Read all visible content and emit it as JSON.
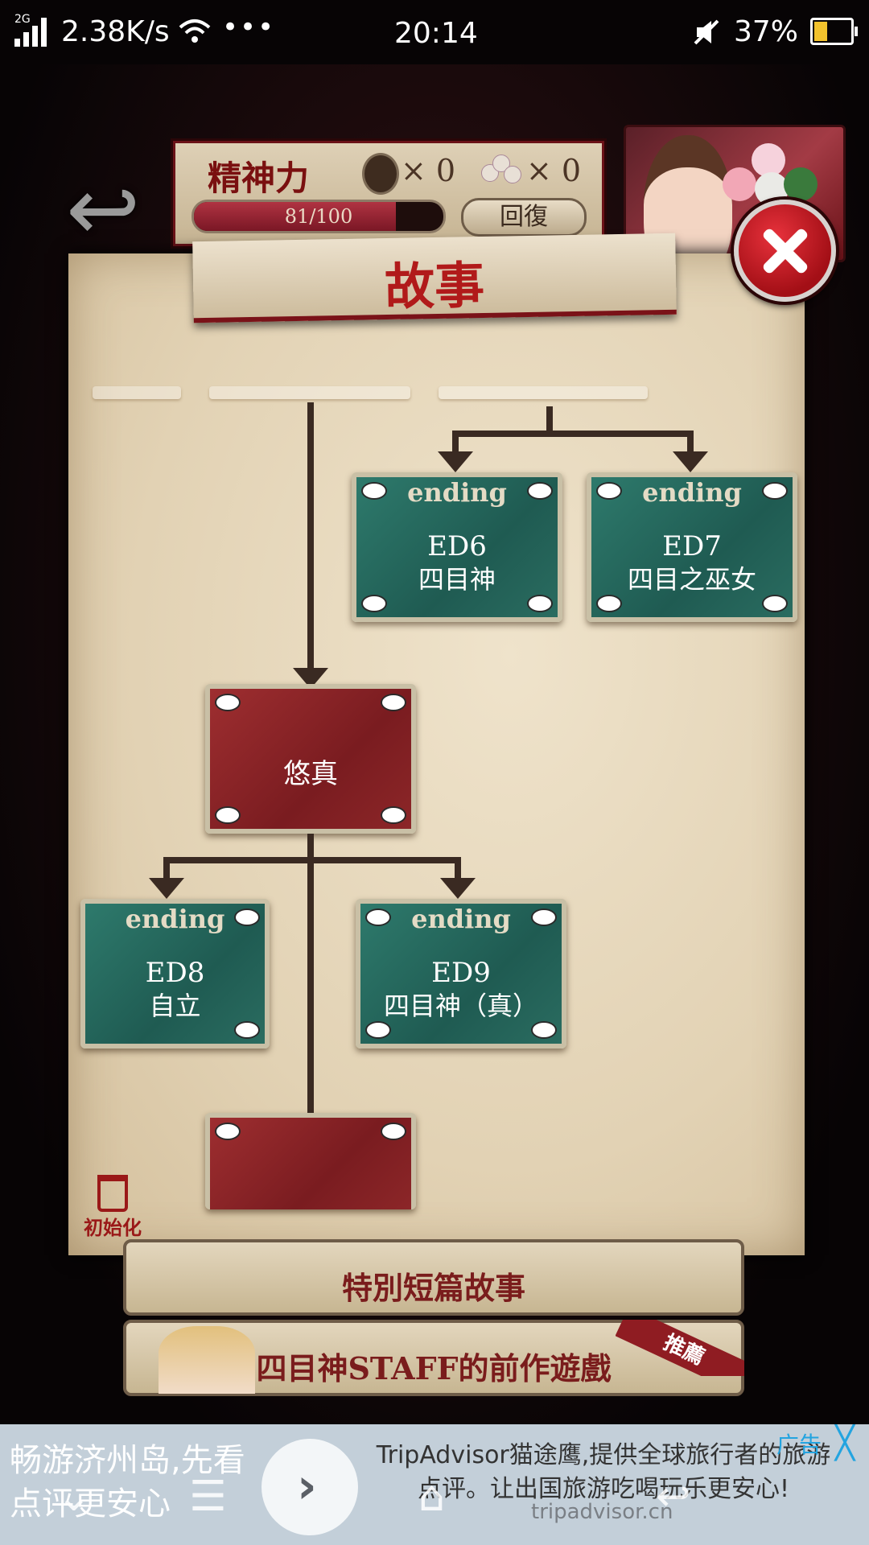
{
  "status_bar": {
    "network": "2G",
    "speed": "2.38K/s",
    "more": "•••",
    "time": "20:14",
    "battery_percent": "37%",
    "battery_level": 0.37
  },
  "header": {
    "spirit_label": "精神力",
    "item_a_count": "× 0",
    "item_b_count": "× 0",
    "spirit_value": "81/100",
    "spirit_fraction": 0.81,
    "recover_label": "回復"
  },
  "panel": {
    "title": "故事",
    "reset_label": "初始化"
  },
  "flowchart": {
    "top_endings": [
      {
        "tag": "ending",
        "code": "ED6",
        "title": "四目神"
      },
      {
        "tag": "ending",
        "code": "ED7",
        "title": "四目之巫女"
      }
    ],
    "route_node": "悠真",
    "bottom_endings": [
      {
        "tag": "ending",
        "code": "ED8",
        "title": "自立"
      },
      {
        "tag": "ending",
        "code": "ED9",
        "title": "四目神（真）"
      }
    ]
  },
  "menu": {
    "special_label": "特別短篇故事",
    "staff_label": "四目神STAFF的前作遊戲",
    "recommend_badge": "推薦"
  },
  "ad": {
    "left_text": "畅游济州岛,先看点评更安心",
    "headline": "TripAdvisor猫途鹰,提供全球旅行者的旅游点评。让出国旅游吃喝玩乐更安心!",
    "domain": "tripadvisor.cn",
    "badge": "广告",
    "close": "╳",
    "next_arrow": "›"
  },
  "icons": {
    "back": "↩",
    "nav_down": "⌄",
    "nav_menu": "☰",
    "nav_home": "⌂",
    "nav_back": "↩"
  },
  "colors": {
    "accent_red": "#b11a1a",
    "ending_teal": "#1f5b52",
    "route_red": "#7a1c20",
    "ad_blue": "#23a4e0"
  }
}
